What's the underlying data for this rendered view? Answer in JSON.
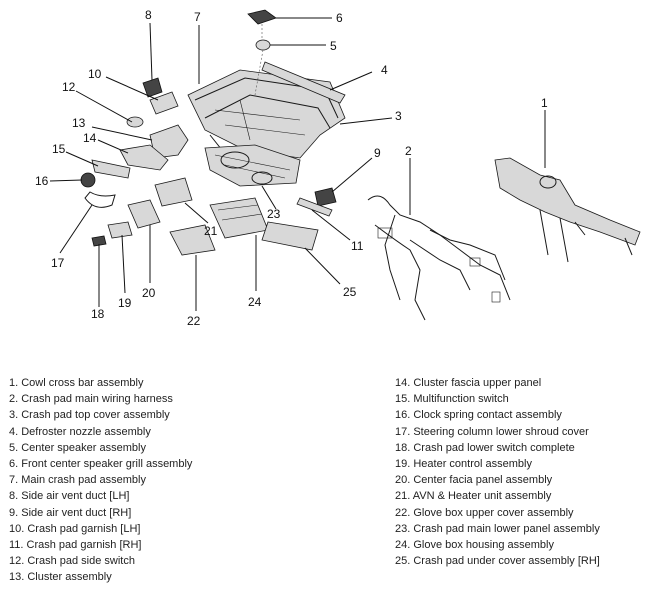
{
  "legend": [
    "1. Cowl cross bar assembly",
    "2. Crash pad main wiring harness",
    "3. Crash pad top cover assembly",
    "4. Defroster nozzle assembly",
    "5. Center speaker assembly",
    "6. Front center speaker grill assembly",
    "7. Main crash pad assembly",
    "8. Side air vent duct [LH]",
    "9. Side air vent duct [RH]",
    "10. Crash pad garnish [LH]",
    "11. Crash pad garnish [RH]",
    "12. Crash pad side switch",
    "13. Cluster assembly",
    "14. Cluster fascia upper panel",
    "15. Multifunction switch",
    "16. Clock spring contact assembly",
    "17. Steering column lower shroud cover",
    "18. Crash pad lower switch complete",
    "19. Heater control assembly",
    "20. Center facia panel assembly",
    "21. AVN & Heater unit assembly",
    "22. Glove box upper cover assembly",
    "23. Crash pad main lower panel assembly",
    "24. Glove box housing assembly",
    "25. Crash pad under cover assembly [RH]"
  ],
  "callouts": [
    "1",
    "2",
    "3",
    "4",
    "5",
    "6",
    "7",
    "8",
    "9",
    "10",
    "11",
    "12",
    "13",
    "14",
    "15",
    "16",
    "17",
    "18",
    "19",
    "20",
    "21",
    "22",
    "23",
    "24",
    "25"
  ]
}
